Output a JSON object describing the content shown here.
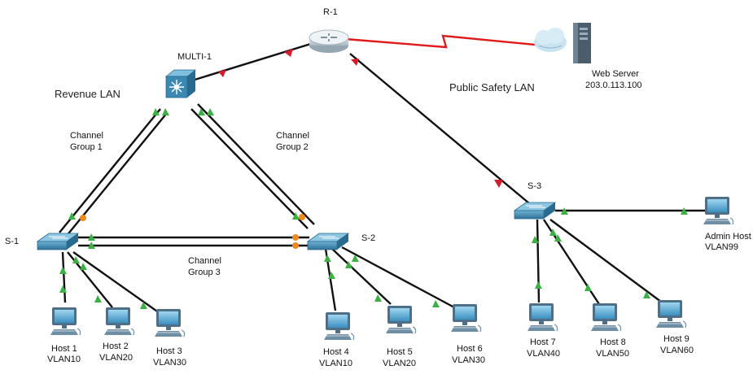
{
  "areas": {
    "revenue": "Revenue LAN",
    "public_safety": "Public Safety LAN"
  },
  "channel_groups": {
    "g1": [
      "Channel",
      "Group 1"
    ],
    "g2": [
      "Channel",
      "Group 2"
    ],
    "g3": [
      "Channel",
      "Group 3"
    ]
  },
  "devices": {
    "router": "R-1",
    "multilayer": "MULTI-1",
    "s1": "S-1",
    "s2": "S-2",
    "s3": "S-3",
    "web_server": [
      "Web Server",
      "203.0.113.100"
    ],
    "admin_host": [
      "Admin Host",
      "VLAN99"
    ]
  },
  "hosts": [
    {
      "name": "Host 1",
      "vlan": "VLAN10"
    },
    {
      "name": "Host 2",
      "vlan": "VLAN20"
    },
    {
      "name": "Host 3",
      "vlan": "VLAN30"
    },
    {
      "name": "Host 4",
      "vlan": "VLAN10"
    },
    {
      "name": "Host 5",
      "vlan": "VLAN20"
    },
    {
      "name": "Host 6",
      "vlan": "VLAN30"
    },
    {
      "name": "Host 7",
      "vlan": "VLAN40"
    },
    {
      "name": "Host 8",
      "vlan": "VLAN50"
    },
    {
      "name": "Host 9",
      "vlan": "VLAN60"
    }
  ],
  "colors": {
    "link": "#111111",
    "wan_link": "#e01b1b",
    "port_up": "#3cb043",
    "port_down": "#d81b2b",
    "port_blocking": "#f08a1c",
    "device_blue": "#2f7fa8"
  }
}
